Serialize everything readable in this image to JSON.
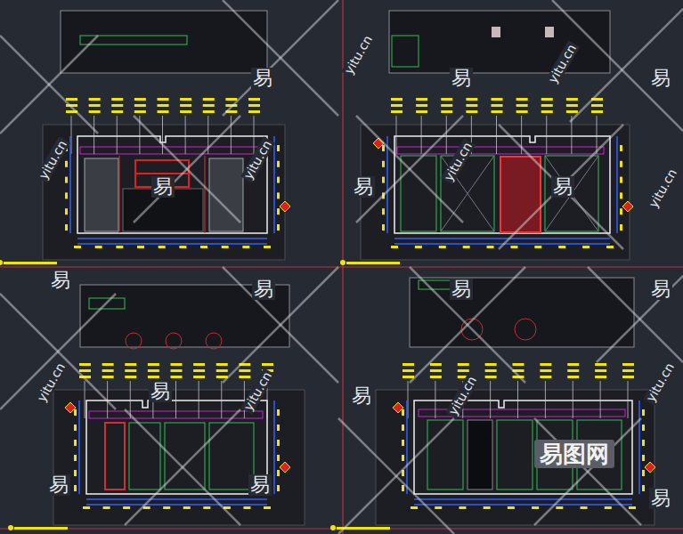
{
  "diagram": {
    "labels": [
      "易",
      "易",
      "易",
      "易",
      "易",
      "易",
      "易",
      "易",
      "易",
      "易",
      "易",
      "易",
      "易",
      "易",
      "易",
      "yitu.cn",
      "yitu.cn",
      "yitu.cn",
      "yitu.cn",
      "yitu.cn",
      "yitu.cn",
      "yitu.cn",
      "yitu.cn",
      "yitu.cn",
      "yitu.cn",
      "易图网"
    ]
  }
}
